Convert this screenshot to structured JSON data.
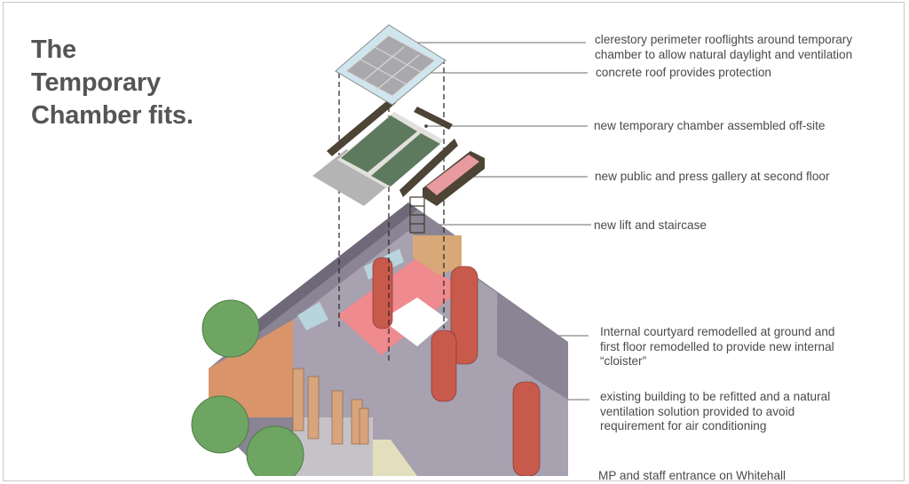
{
  "title": {
    "lines": [
      "The",
      "Temporary",
      "Chamber fits."
    ]
  },
  "annotations": [
    {
      "id": "rooflights",
      "lines": [
        "clerestory perimeter rooflights around temporary",
        "chamber to allow natural daylight and ventilation"
      ]
    },
    {
      "id": "concrete-roof",
      "lines": [
        "concrete roof provides protection"
      ]
    },
    {
      "id": "temporary-chamber",
      "lines": [
        "new temporary chamber assembled off-site"
      ]
    },
    {
      "id": "gallery",
      "lines": [
        "new public and press gallery at second floor"
      ]
    },
    {
      "id": "lift",
      "lines": [
        "new lift and staircase"
      ]
    },
    {
      "id": "courtyard",
      "lines": [
        "Internal courtyard remodelled at ground and",
        "first floor remodelled to provide new internal",
        "“cloister”"
      ]
    },
    {
      "id": "existing-building",
      "lines": [
        "existing building to be refitted and a natural",
        "ventilation solution provided to avoid",
        "requirement for air conditioning"
      ]
    },
    {
      "id": "entrance",
      "lines": [
        "MP and staff entrance on Whitehall"
      ]
    }
  ],
  "colors": {
    "text": "#4a4a4a",
    "title": "#555555",
    "roof_glass": "#cfe6ee",
    "roof_panel": "#a9a9ad",
    "chamber_green": "#5d7a5e",
    "wall_brown": "#4d4436",
    "gallery_pink": "#e89a9e",
    "building_roof": "#8a8494",
    "building_wall": "#d9946a",
    "courtyard_pink": "#ef8a8e",
    "tree_green": "#6fa563",
    "tower_stripes": "#c85a4c"
  }
}
